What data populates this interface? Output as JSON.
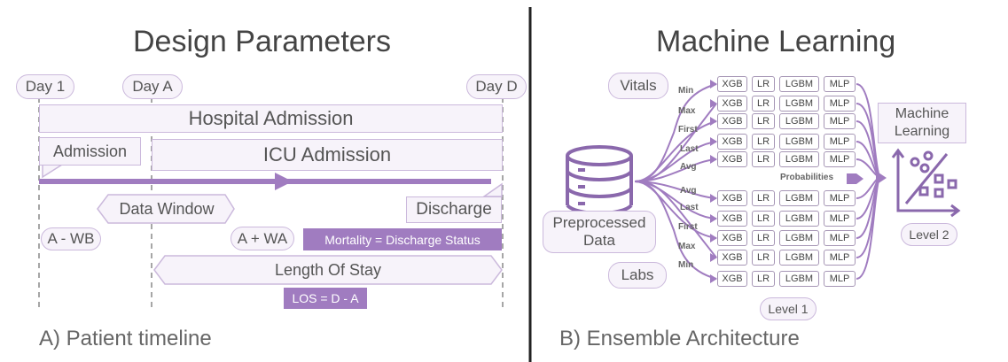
{
  "panel_a": {
    "title": "Design Parameters",
    "caption": "A) Patient timeline",
    "days": [
      "Day 1",
      "Day A",
      "Day D"
    ],
    "hospital_admission": "Hospital Admission",
    "admission": "Admission",
    "icu_admission": "ICU Admission",
    "data_window": "Data Window",
    "discharge": "Discharge",
    "a_minus_wb": "A - WB",
    "a_plus_wa": "A + WA",
    "mortality": "Mortality = Discharge Status",
    "length_of_stay": "Length Of Stay",
    "los_formula": "LOS = D - A"
  },
  "panel_b": {
    "title": "Machine Learning",
    "caption": "B) Ensemble Architecture",
    "vitals": "Vitals",
    "labs": "Labs",
    "preprocessed": [
      "Preprocessed",
      "Data"
    ],
    "stats_top": [
      "Min",
      "Max",
      "First",
      "Last",
      "Avg"
    ],
    "stats_bottom": [
      "Avg",
      "Last",
      "First",
      "Max",
      "Min"
    ],
    "models": [
      "XGB",
      "LR",
      "LGBM",
      "MLP"
    ],
    "probabilities": "Probabilities",
    "meta_ml": [
      "Machine",
      "Learning"
    ],
    "level1": "Level 1",
    "level2": "Level 2"
  },
  "colors": {
    "accent": "#a07cc0",
    "light": "#f7f3fa",
    "border": "#cbb9dc"
  }
}
